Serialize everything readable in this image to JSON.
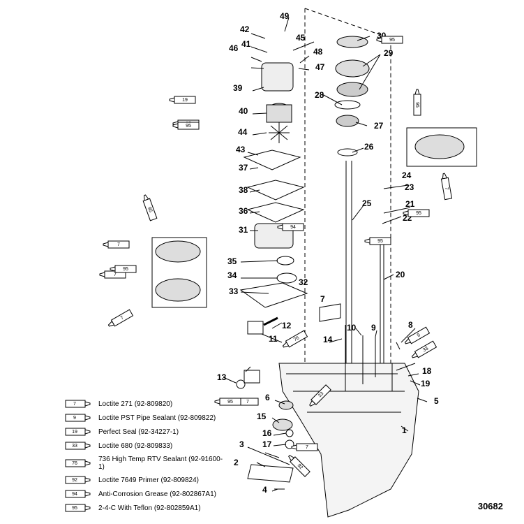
{
  "figure_number": "30682",
  "part_callouts": [
    "1",
    "2",
    "3",
    "4",
    "5",
    "6",
    "7",
    "8",
    "9",
    "10",
    "11",
    "12",
    "13",
    "14",
    "15",
    "16",
    "17",
    "18",
    "19",
    "20",
    "21",
    "22",
    "23",
    "24",
    "25",
    "26",
    "27",
    "28",
    "29",
    "30",
    "31",
    "32",
    "33",
    "34",
    "35",
    "36",
    "37",
    "38",
    "39",
    "40",
    "41",
    "42",
    "43",
    "44",
    "45",
    "46",
    "47",
    "48",
    "49"
  ],
  "legend": [
    {
      "code": "7",
      "text": "Loctite 271 (92-809820)"
    },
    {
      "code": "9",
      "text": "Loctite PST Pipe Sealant (92-809822)"
    },
    {
      "code": "19",
      "text": "Perfect Seal (92-34227-1)"
    },
    {
      "code": "33",
      "text": "Loctite 680 (92-809833)"
    },
    {
      "code": "76",
      "text": "736 High Temp RTV Sealant (92-91600-1)"
    },
    {
      "code": "92",
      "text": "Loctite 7649 Primer (92-809824)"
    },
    {
      "code": "94",
      "text": "Anti-Corrosion Grease (92-802867A1)"
    },
    {
      "code": "95",
      "text": "2-4-C With Teflon (92-802859A1)"
    }
  ],
  "tube_codes_on_diagram": [
    "95",
    "95",
    "19",
    "95",
    "95",
    "7",
    "95",
    "7",
    "95",
    "94",
    "7",
    "95",
    "7",
    "95",
    "7",
    "9",
    "76",
    "33",
    "33",
    "95",
    "7",
    "92"
  ]
}
